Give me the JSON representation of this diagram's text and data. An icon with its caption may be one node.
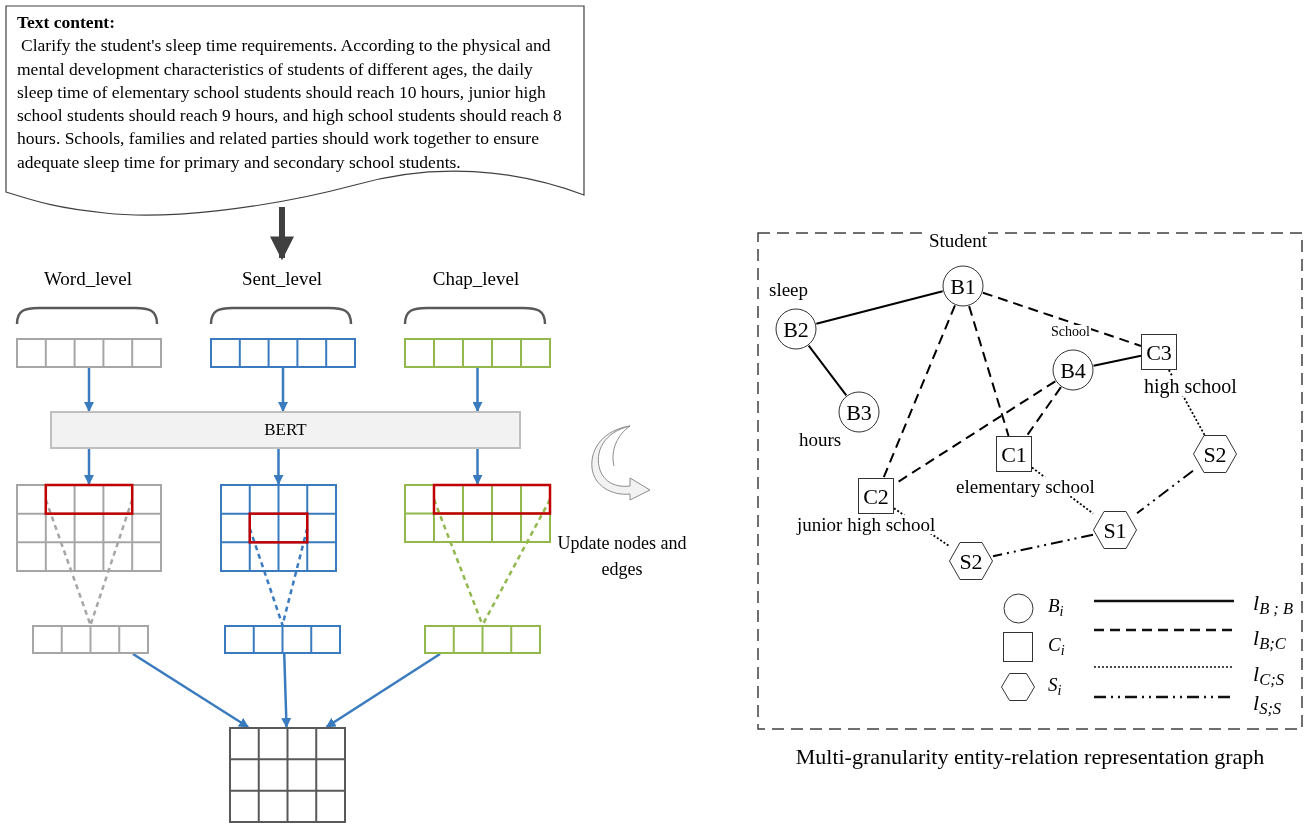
{
  "diagram": {
    "nodes": [
      {
        "text": [
          "Text content:",
          "Clarify the student's sleep time requirements. According to the physical and mental development characteristics of students of different ages, the daily sleep time of elementary school students should reach 10 hours, junior high school students should reach 9 hours, and high school students should reach 8 hours. Schools, families and related parties should work together to ensure adequate sleep time for primary and secondary school students."
        ]
      },
      {
        "text": [
          "Word_level"
        ]
      },
      {
        "text": [
          "Sent_level"
        ]
      },
      {
        "text": [
          "Chap_level"
        ]
      },
      {
        "text": [],
        "shape": "bar"
      },
      {
        "text": [],
        "shape": "bar"
      },
      {
        "text": [],
        "shape": "bar"
      },
      {
        "text": [
          "BERT"
        ]
      },
      {
        "text": [],
        "shape": "grid"
      },
      {
        "text": [],
        "shape": "grid"
      },
      {
        "text": [],
        "shape": "grid"
      },
      {
        "text": [],
        "shape": "bar"
      },
      {
        "text": [],
        "shape": "bar"
      },
      {
        "text": [],
        "shape": "bar"
      },
      {
        "text": [],
        "shape": "grid"
      },
      {
        "text": [
          "Multi-granularity entity-relation representation graph"
        ]
      },
      {
        "text": [
          "B1"
        ],
        "in": 15,
        "beside": [
          "Student"
        ]
      },
      {
        "text": [
          "B2"
        ],
        "in": 15,
        "beside": [
          "sleep"
        ]
      },
      {
        "text": [
          "B3"
        ],
        "in": 15,
        "beside": [
          "hours"
        ]
      },
      {
        "text": [
          "B4"
        ],
        "in": 15,
        "beside": [
          "School"
        ]
      },
      {
        "text": [
          "C3"
        ],
        "in": 15,
        "beside": [
          "high school"
        ]
      },
      {
        "text": [
          "C1"
        ],
        "in": 15,
        "beside": [
          "elementary school"
        ]
      },
      {
        "text": [
          "C2"
        ],
        "in": 15,
        "beside": [
          "junior high school"
        ]
      },
      {
        "text": [
          "S2"
        ],
        "in": 15
      },
      {
        "text": [
          "S1"
        ],
        "in": 15
      },
      {
        "text": [
          "S2"
        ],
        "in": 15
      }
    ],
    "edges": [
      {
        "from": 0,
        "to": 2,
        "arrow": "to",
        "style": "thick",
        "color": "#404040"
      },
      {
        "from": 4,
        "to": 7,
        "arrow": "to",
        "color": "#3a7bbf"
      },
      {
        "from": 5,
        "to": 7,
        "arrow": "to",
        "color": "#3a7bbf"
      },
      {
        "from": 6,
        "to": 7,
        "arrow": "to",
        "color": "#3a7bbf"
      },
      {
        "from": 7,
        "to": 8,
        "arrow": "to",
        "color": "#3a7bbf"
      },
      {
        "from": 7,
        "to": 9,
        "arrow": "to",
        "color": "#3a7bbf"
      },
      {
        "from": 7,
        "to": 10,
        "arrow": "to",
        "color": "#3a7bbf"
      },
      {
        "from": 8,
        "to": 11,
        "arrow": "none",
        "style": "dashed",
        "color": "#a6a6a6"
      },
      {
        "from": 9,
        "to": 12,
        "arrow": "none",
        "style": "dashed",
        "color": "#3a7bbf"
      },
      {
        "from": 10,
        "to": 13,
        "arrow": "none",
        "style": "dashed",
        "color": "#92b84e"
      },
      {
        "from": 11,
        "to": 14,
        "arrow": "to",
        "color": "#3a7bbf"
      },
      {
        "from": 12,
        "to": 14,
        "arrow": "to",
        "color": "#3a7bbf"
      },
      {
        "from": 13,
        "to": 14,
        "arrow": "to",
        "color": "#3a7bbf"
      },
      {
        "from": 17,
        "to": 16,
        "arrow": "none"
      },
      {
        "from": 17,
        "to": 18,
        "arrow": "none"
      },
      {
        "from": 16,
        "to": 20,
        "arrow": "none",
        "style": "dashed"
      },
      {
        "from": 16,
        "to": 22,
        "arrow": "none",
        "style": "dashed"
      },
      {
        "from": 16,
        "to": 21,
        "arrow": "none",
        "style": "dashed"
      },
      {
        "from": 19,
        "to": 22,
        "arrow": "none",
        "style": "dashed"
      },
      {
        "from": 19,
        "to": 20,
        "arrow": "none"
      },
      {
        "from": 19,
        "to": 21,
        "arrow": "none",
        "style": "dashed"
      },
      {
        "from": 20,
        "to": 23,
        "arrow": "none",
        "style": "dashed"
      },
      {
        "from": 21,
        "to": 24,
        "arrow": "none",
        "style": "dashed"
      },
      {
        "from": 22,
        "to": 25,
        "arrow": "none",
        "style": "dashed"
      },
      {
        "from": 23,
        "to": 24,
        "arrow": "none",
        "style": "dashed"
      },
      {
        "from": 24,
        "to": 25,
        "arrow": "none",
        "style": "dashed"
      }
    ],
    "labels": [
      "Update nodes and edges"
    ],
    "legend": [
      {
        "text": "B$_{i}$"
      },
      {
        "text": "C$_{i}$"
      },
      {
        "text": "S$_{i}$"
      },
      {
        "text": "l$_{B ; B}$"
      },
      {
        "text": "l$_{B;C}$"
      },
      {
        "text": "l$_{C;S}$"
      },
      {
        "text": "l$_{S;S}$"
      }
    ]
  }
}
